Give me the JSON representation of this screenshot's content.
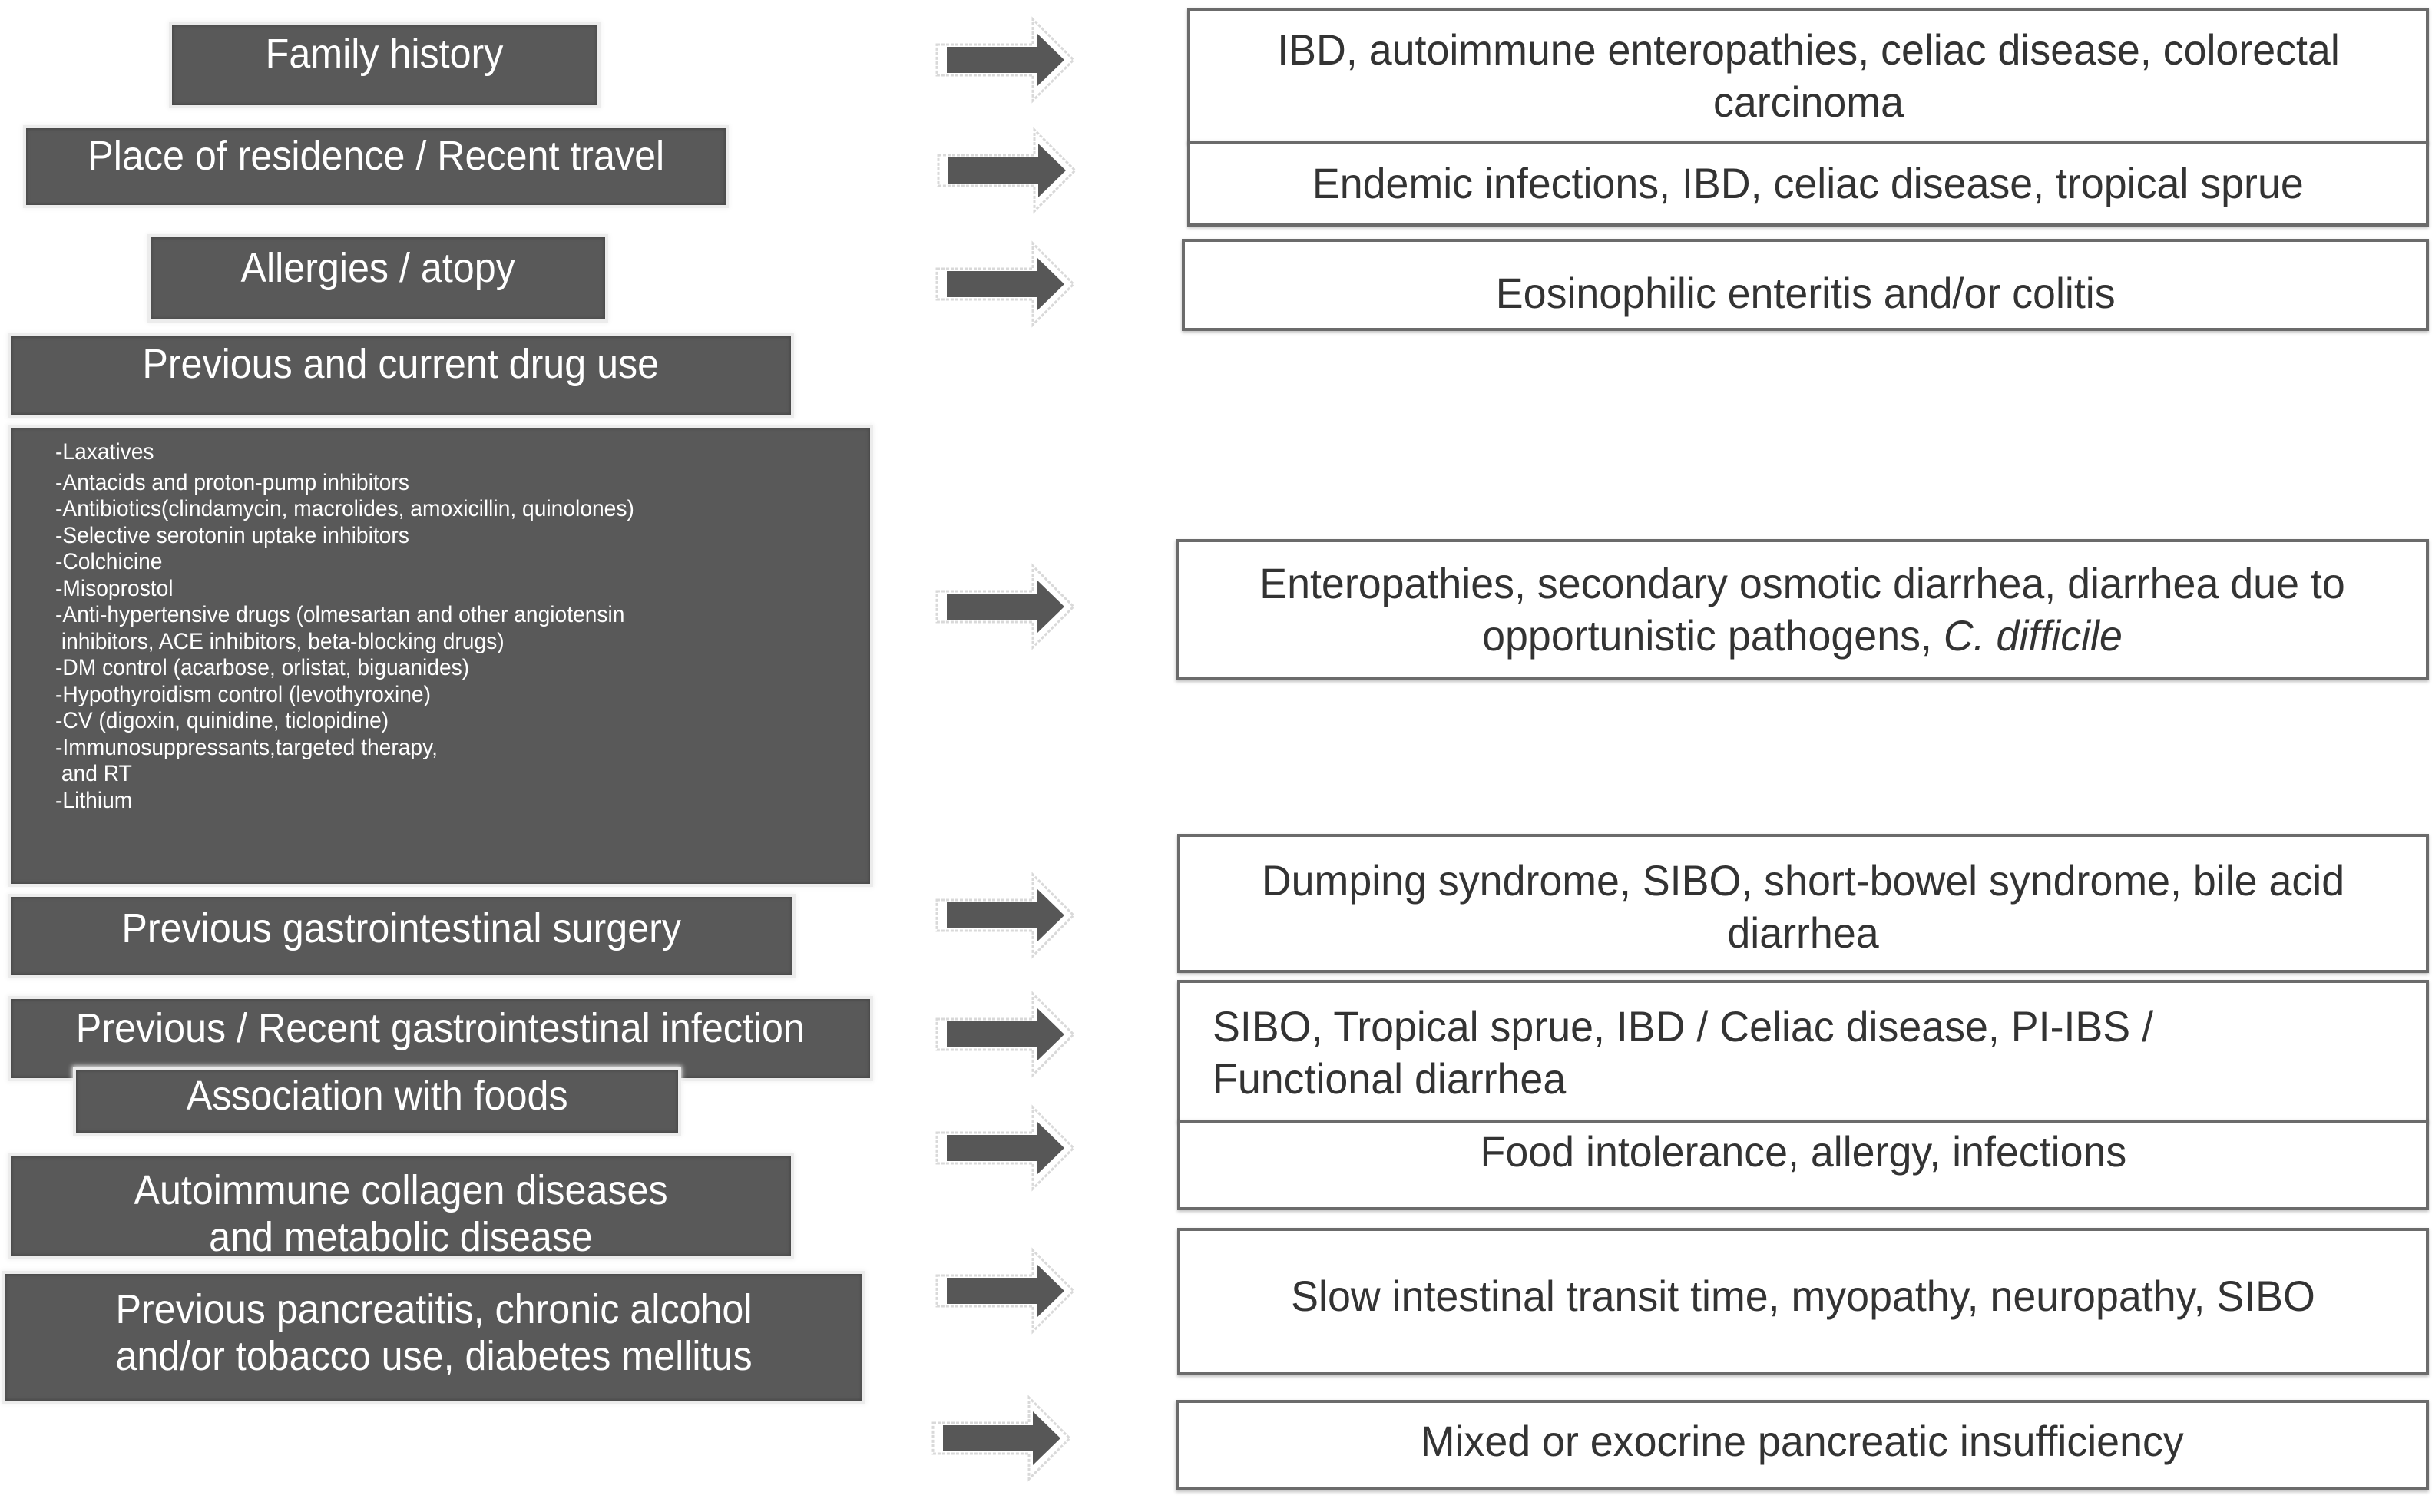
{
  "diagram": {
    "rows": [
      {
        "factor": "Family history",
        "outcome": "IBD, autoimmune enteropathies, celiac disease, colorectal carcinoma"
      },
      {
        "factor": "Place of residence / Recent travel",
        "outcome": "Endemic infections, IBD, celiac disease, tropical sprue"
      },
      {
        "factor": "Allergies / atopy",
        "outcome": "Eosinophilic enteritis and/or colitis"
      },
      {
        "factor": "Previous and current drug use",
        "drug_list": [
          "-Laxatives",
          "-Antacids and proton-pump inhibitors",
          "-Antibiotics(clindamycin, macrolides, amoxicillin, quinolones)",
          "-Selective serotonin uptake inhibitors",
          "-Colchicine",
          "-Misoprostol",
          "-Anti-hypertensive drugs (olmesartan and other angiotensin",
          " inhibitors, ACE inhibitors, beta-blocking drugs)",
          "-DM control (acarbose, orlistat, biguanides)",
          "-Hypothyroidism control (levothyroxine)",
          "-CV (digoxin, quinidine, ticlopidine)",
          "-Immunosuppressants,targeted therapy,",
          " and RT",
          "-Lithium"
        ],
        "outcome": "Enteropathies, secondary osmotic diarrhea, diarrhea due to opportunistic pathogens,",
        "outcome_italic": "C. difficile"
      },
      {
        "factor": "Previous gastrointestinal surgery",
        "outcome": "Dumping syndrome, SIBO, short-bowel syndrome, bile acid diarrhea"
      },
      {
        "factor": "Previous / Recent gastrointestinal infection",
        "outcome_line1": "SIBO, Tropical sprue, IBD / Celiac disease, PI-IBS /",
        "outcome_line2": "Functional diarrhea"
      },
      {
        "factor": "Association with foods",
        "outcome": "Food intolerance, allergy, infections"
      },
      {
        "factor": "Autoimmune collagen diseases and metabolic disease",
        "outcome": "Slow intestinal transit time, myopathy, neuropathy, SIBO"
      },
      {
        "factor": "Previous pancreatitis, chronic alcohol and/or tobacco use, diabetes mellitus",
        "outcome": "Mixed or exocrine pancreatic insufficiency"
      }
    ],
    "arrow_icon": "right-arrow-icon",
    "colors": {
      "factor_box_fill": "#595959",
      "factor_text": "#ffffff",
      "outcome_border": "#6b6b6b",
      "outcome_text": "#333333",
      "arrow_fill": "#575757"
    }
  }
}
